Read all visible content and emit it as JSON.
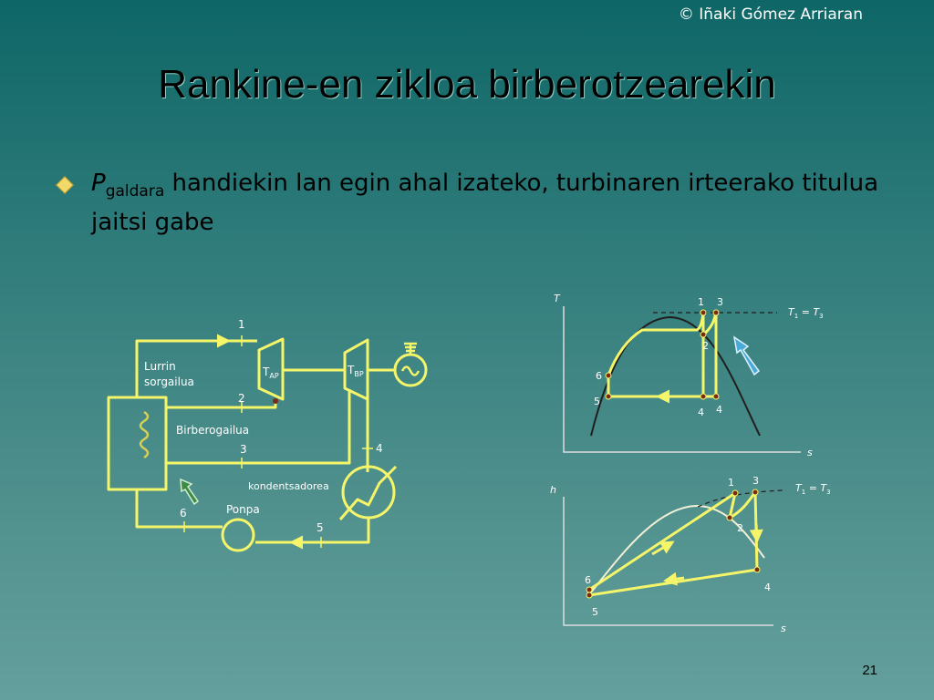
{
  "copyright": "© Iñaki Gómez Arriaran",
  "title": "Rankine-en zikloa birberotzearekin",
  "bullet": {
    "p_symbol": "P",
    "p_subscript": "galdara",
    "text": " handiekin lan egin ahal izateko, turbinaren irteerako titulua jaitsi gabe"
  },
  "schematic": {
    "boiler_label": [
      "Lurrin",
      "sorgailua"
    ],
    "reheater_label": "Birberogailua",
    "turbine_hp": {
      "main": "T",
      "sub": "AP"
    },
    "turbine_lp": {
      "main": "T",
      "sub": "BP"
    },
    "condenser_label": "kondentsadorea",
    "pump_label": "Ponpa",
    "points": {
      "p1": "1",
      "p2": "2",
      "p3": "3",
      "p4": "4",
      "p5": "5",
      "p6": "6"
    }
  },
  "ts_diagram": {
    "y_axis": "T",
    "x_axis": "s",
    "annotation": {
      "t1": "T",
      "sub1": "1",
      "eq": " = ",
      "t3": "T",
      "sub3": "3"
    },
    "points": {
      "p1": "1",
      "p3": "3",
      "p2": "2",
      "p6": "6",
      "p5": "5",
      "p4a": "4",
      "p4b": "4"
    }
  },
  "hs_diagram": {
    "y_axis": "h",
    "x_axis": "s",
    "annotation": {
      "t1": "T",
      "sub1": "1",
      "eq": " = ",
      "t3": "T",
      "sub3": "3"
    },
    "points": {
      "p1": "1",
      "p3": "3",
      "p2": "2",
      "p6": "6",
      "p5": "5",
      "p4": "4"
    }
  },
  "colors": {
    "line": "#f5f56a",
    "dark": "#2b2b2b",
    "point": "#7a2a12",
    "arrow_green": "#3f8a46",
    "arrow_blue": "#49a9d9"
  },
  "page_number": "21"
}
